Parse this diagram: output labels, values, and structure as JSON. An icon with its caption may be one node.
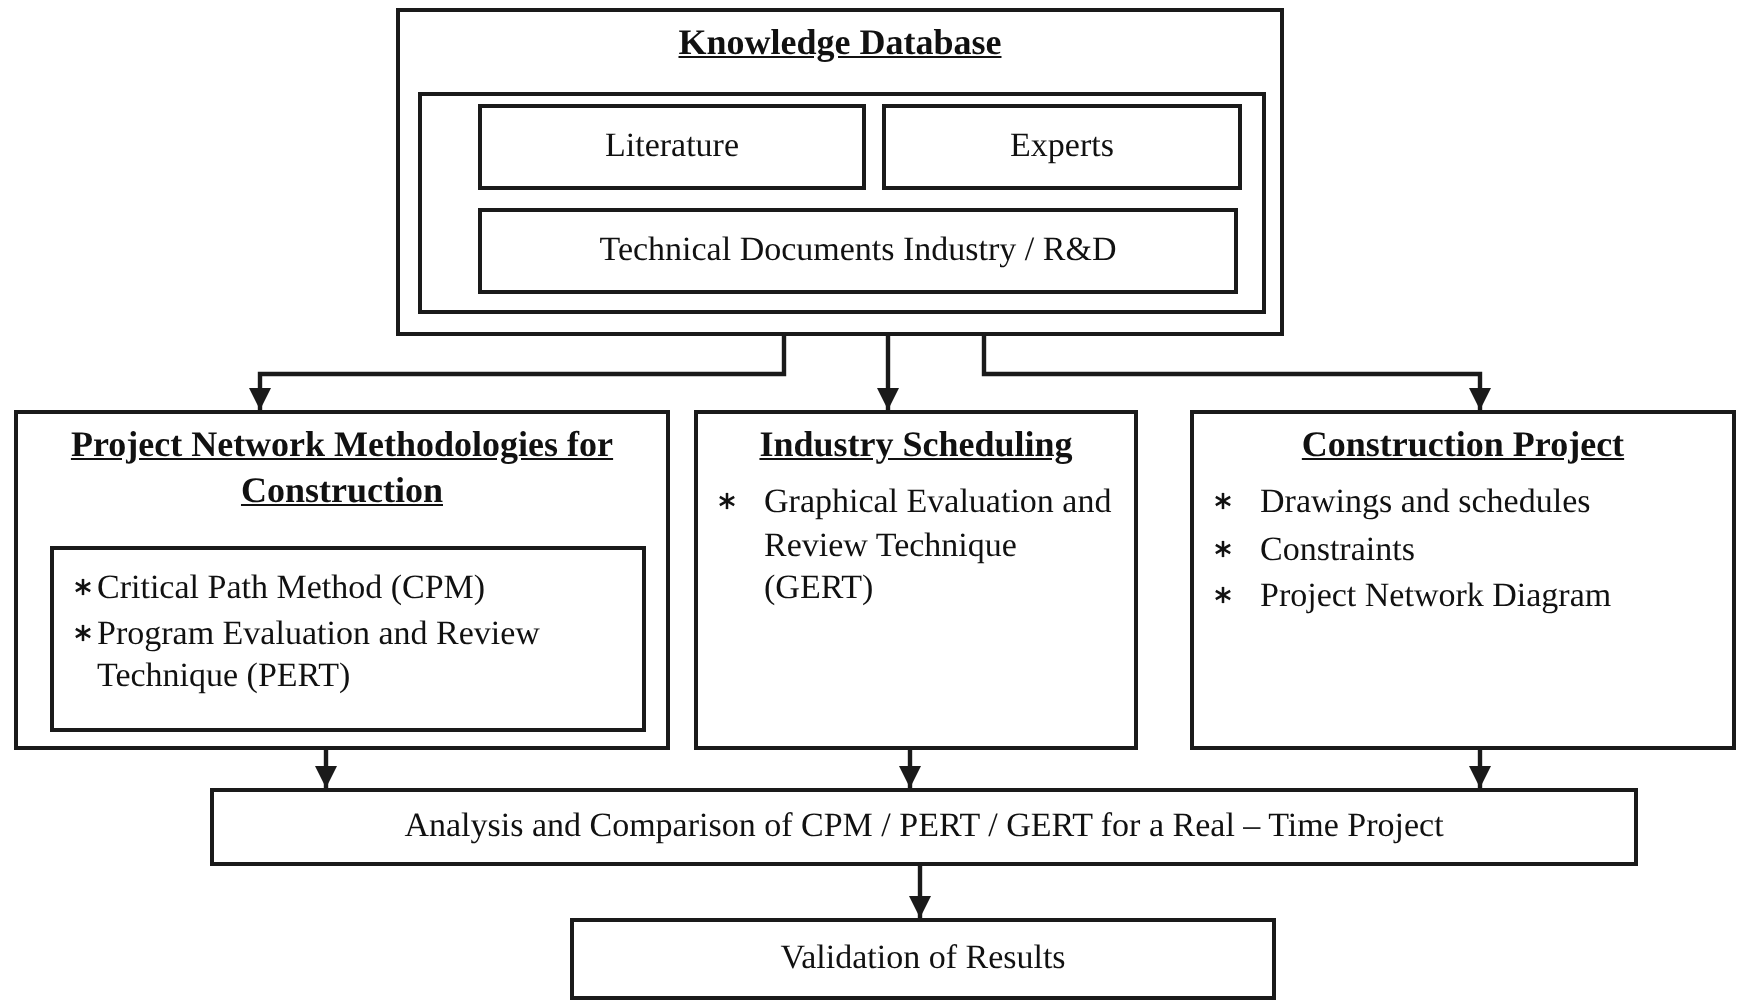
{
  "diagram": {
    "nodes": [
      {
        "text": [
          "Knowledge Database"
        ]
      },
      {
        "text": [],
        "shape": "box",
        "in": 0
      },
      {
        "text": [
          "Literature"
        ],
        "in": 1
      },
      {
        "text": [
          "Experts"
        ],
        "in": 1
      },
      {
        "text": [
          "Technical Documents Industry / R&D"
        ],
        "in": 1
      },
      {
        "text": [
          "Project Network Methodologies for Construction"
        ]
      },
      {
        "text": [
          "Critical Path Method (CPM)",
          "Program Evaluation and Review Technique (PERT)"
        ],
        "in": 5
      },
      {
        "text": [
          "Industry Scheduling",
          "Graphical Evaluation and Review Technique (GERT)"
        ]
      },
      {
        "text": [
          "Construction Project",
          "Drawings and schedules",
          "Constraints",
          "Project Network Diagram"
        ]
      },
      {
        "text": [
          "Analysis and Comparison of CPM / PERT / GERT for a Real – Time Project"
        ]
      },
      {
        "text": [
          "Validation of Results"
        ]
      }
    ],
    "edges": [
      {
        "from": 0,
        "to": 5,
        "arrow": "to"
      },
      {
        "from": 0,
        "to": 7,
        "arrow": "to"
      },
      {
        "from": 0,
        "to": 8,
        "arrow": "to"
      },
      {
        "from": 5,
        "to": 9,
        "arrow": "to"
      },
      {
        "from": 7,
        "to": 9,
        "arrow": "to"
      },
      {
        "from": 8,
        "to": 9,
        "arrow": "to"
      },
      {
        "from": 9,
        "to": 10,
        "arrow": "to"
      }
    ]
  }
}
